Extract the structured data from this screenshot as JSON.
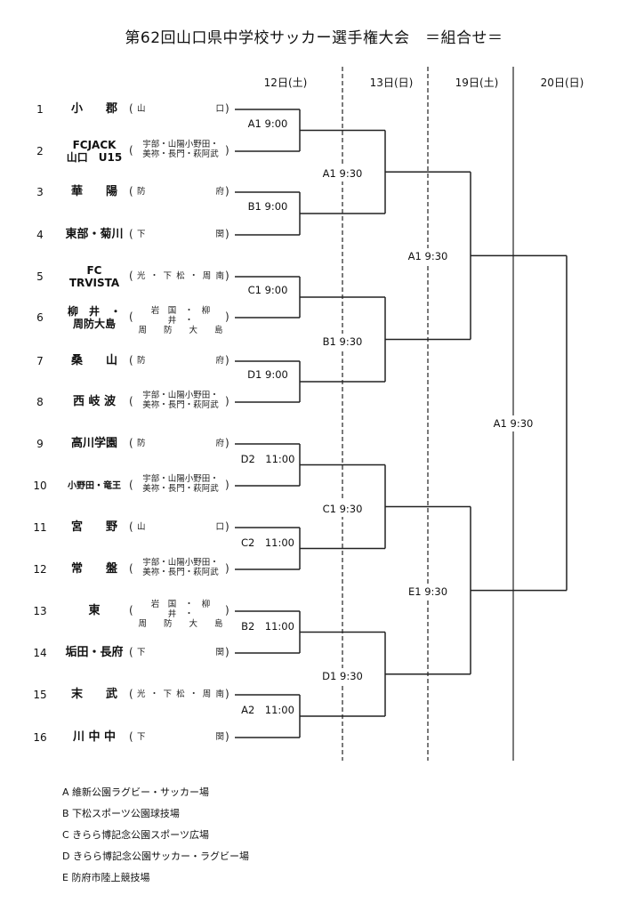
{
  "title": "第62回山口県中学校サッカー選手権大会　＝組合せ＝",
  "days": [
    "12日(土)",
    "13日(日)",
    "19日(土)",
    "20日(日)"
  ],
  "paren_open": "(",
  "paren_close": ")",
  "teams": [
    {
      "num": "1",
      "name": "小　　郡",
      "lines": [
        "小　　郡"
      ],
      "region": "山　　口",
      "region_lines": [
        "山　　　　　　口"
      ]
    },
    {
      "num": "2",
      "name": "FCJACK 山口 U15",
      "lines": [
        "FCJACK",
        "山口　U15"
      ],
      "region": "宇部・山陽小野田・美祢・長門・萩阿武",
      "region_lines": [
        "宇部・山陽小野田・",
        "美祢・長門・萩阿武"
      ]
    },
    {
      "num": "3",
      "name": "華　　陽",
      "lines": [
        "華　　陽"
      ],
      "region": "防府",
      "region_lines": [
        "防　　　　　　府"
      ]
    },
    {
      "num": "4",
      "name": "東部・菊川",
      "lines": [
        "東部・菊川"
      ],
      "region": "下関",
      "region_lines": [
        "下　　　　　　関"
      ]
    },
    {
      "num": "5",
      "name": "FC TRVISTA",
      "lines": [
        "FC",
        "TRVISTA"
      ],
      "region": "光・下松・周南",
      "region_lines": [
        "光・下松・周南"
      ]
    },
    {
      "num": "6",
      "name": "柳井・周防大島",
      "lines": [
        "柳　井　・",
        "周防大島"
      ],
      "region": "岩国・柳井・周防大島",
      "region_lines": [
        "岩　国　・　柳　井　・",
        "周　　防　　大　　島"
      ]
    },
    {
      "num": "7",
      "name": "桑　　山",
      "lines": [
        "桑　　山"
      ],
      "region": "防府",
      "region_lines": [
        "防　　　　　　府"
      ]
    },
    {
      "num": "8",
      "name": "西　岐　波",
      "lines": [
        "西 岐 波"
      ],
      "region": "宇部・山陽小野田・美祢・長門・萩阿武",
      "region_lines": [
        "宇部・山陽小野田・",
        "美祢・長門・萩阿武"
      ]
    },
    {
      "num": "9",
      "name": "高川学園",
      "lines": [
        "高川学園"
      ],
      "region": "防府",
      "region_lines": [
        "防　　　　　　府"
      ]
    },
    {
      "num": "10",
      "name": "小野田・竜王",
      "lines": [
        "小野田・竜王"
      ],
      "region": "宇部・山陽小野田・美祢・長門・萩阿武",
      "region_lines": [
        "宇部・山陽小野田・",
        "美祢・長門・萩阿武"
      ]
    },
    {
      "num": "11",
      "name": "宮　　野",
      "lines": [
        "宮　　野"
      ],
      "region": "山口",
      "region_lines": [
        "山　　　　　　口"
      ]
    },
    {
      "num": "12",
      "name": "常　　盤",
      "lines": [
        "常　　盤"
      ],
      "region": "宇部・山陽小野田・美祢・長門・萩阿武",
      "region_lines": [
        "宇部・山陽小野田・",
        "美祢・長門・萩阿武"
      ]
    },
    {
      "num": "13",
      "name": "東",
      "lines": [
        "東"
      ],
      "region": "岩国・柳井・周防大島",
      "region_lines": [
        "岩　国　・　柳　井　・",
        "周　　防　　大　　島"
      ]
    },
    {
      "num": "14",
      "name": "垢田・長府",
      "lines": [
        "垢田・長府"
      ],
      "region": "下関",
      "region_lines": [
        "下　　　　　　関"
      ]
    },
    {
      "num": "15",
      "name": "末　　武",
      "lines": [
        "末　　武"
      ],
      "region": "光・下松・周南",
      "region_lines": [
        "光・下松・周南"
      ]
    },
    {
      "num": "16",
      "name": "川　中　中",
      "lines": [
        "川 中 中"
      ],
      "region": "下関",
      "region_lines": [
        "下　　　　　　関"
      ]
    }
  ],
  "matches": {
    "round1": [
      "A1 9:00",
      "B1 9:00",
      "C1 9:00",
      "D1 9:00",
      "D2　11:00",
      "C2　11:00",
      "B2　11:00",
      "A2　11:00"
    ],
    "round2": [
      "A1 9:30",
      "B1 9:30",
      "C1 9:30",
      "D1 9:30"
    ],
    "round3": [
      "A1 9:30",
      "E1 9:30"
    ],
    "final": [
      "A1 9:30"
    ]
  },
  "legend": [
    "A 維新公園ラグビー・サッカー場",
    "B 下松スポーツ公園球技場",
    "C きらら博記念公園スポーツ広場",
    "D きらら博記念公園サッカー・ラグビー場",
    "E 防府市陸上競技場"
  ]
}
